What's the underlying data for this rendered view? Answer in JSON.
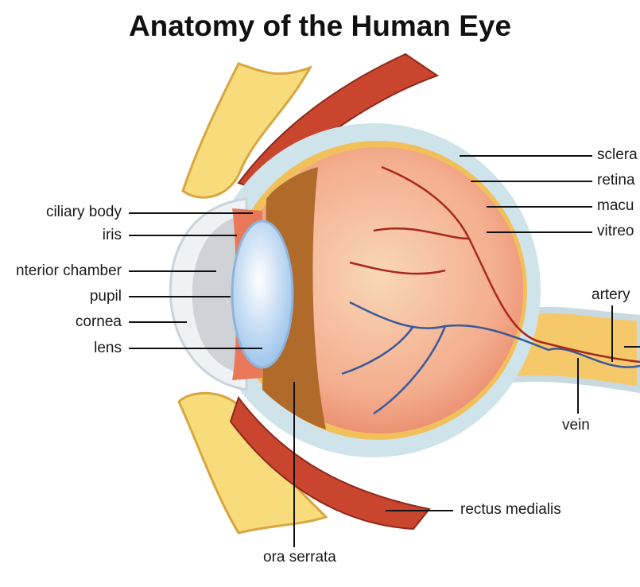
{
  "title": "Anatomy of the Human Eye",
  "labels_left": [
    "ciliary body",
    "iris",
    "nterior chamber",
    "pupil",
    "cornea",
    "lens"
  ],
  "labels_right": [
    "sclera",
    "retina",
    "macu",
    "vitreo"
  ],
  "labels_other": {
    "artery": "artery",
    "vein": "vein",
    "rectus_medialis": "rectus medialis",
    "ora_serrata": "ora serrata"
  },
  "colors": {
    "sclera": "#cfe3ea",
    "retina": "#f2c05a",
    "vitreous": "#f4a88a",
    "lens": "#b9d8f3",
    "muscle": "#c9452e",
    "bone": "#f8dc7c",
    "artery": "#a8281d",
    "vein": "#3a5a9a"
  }
}
